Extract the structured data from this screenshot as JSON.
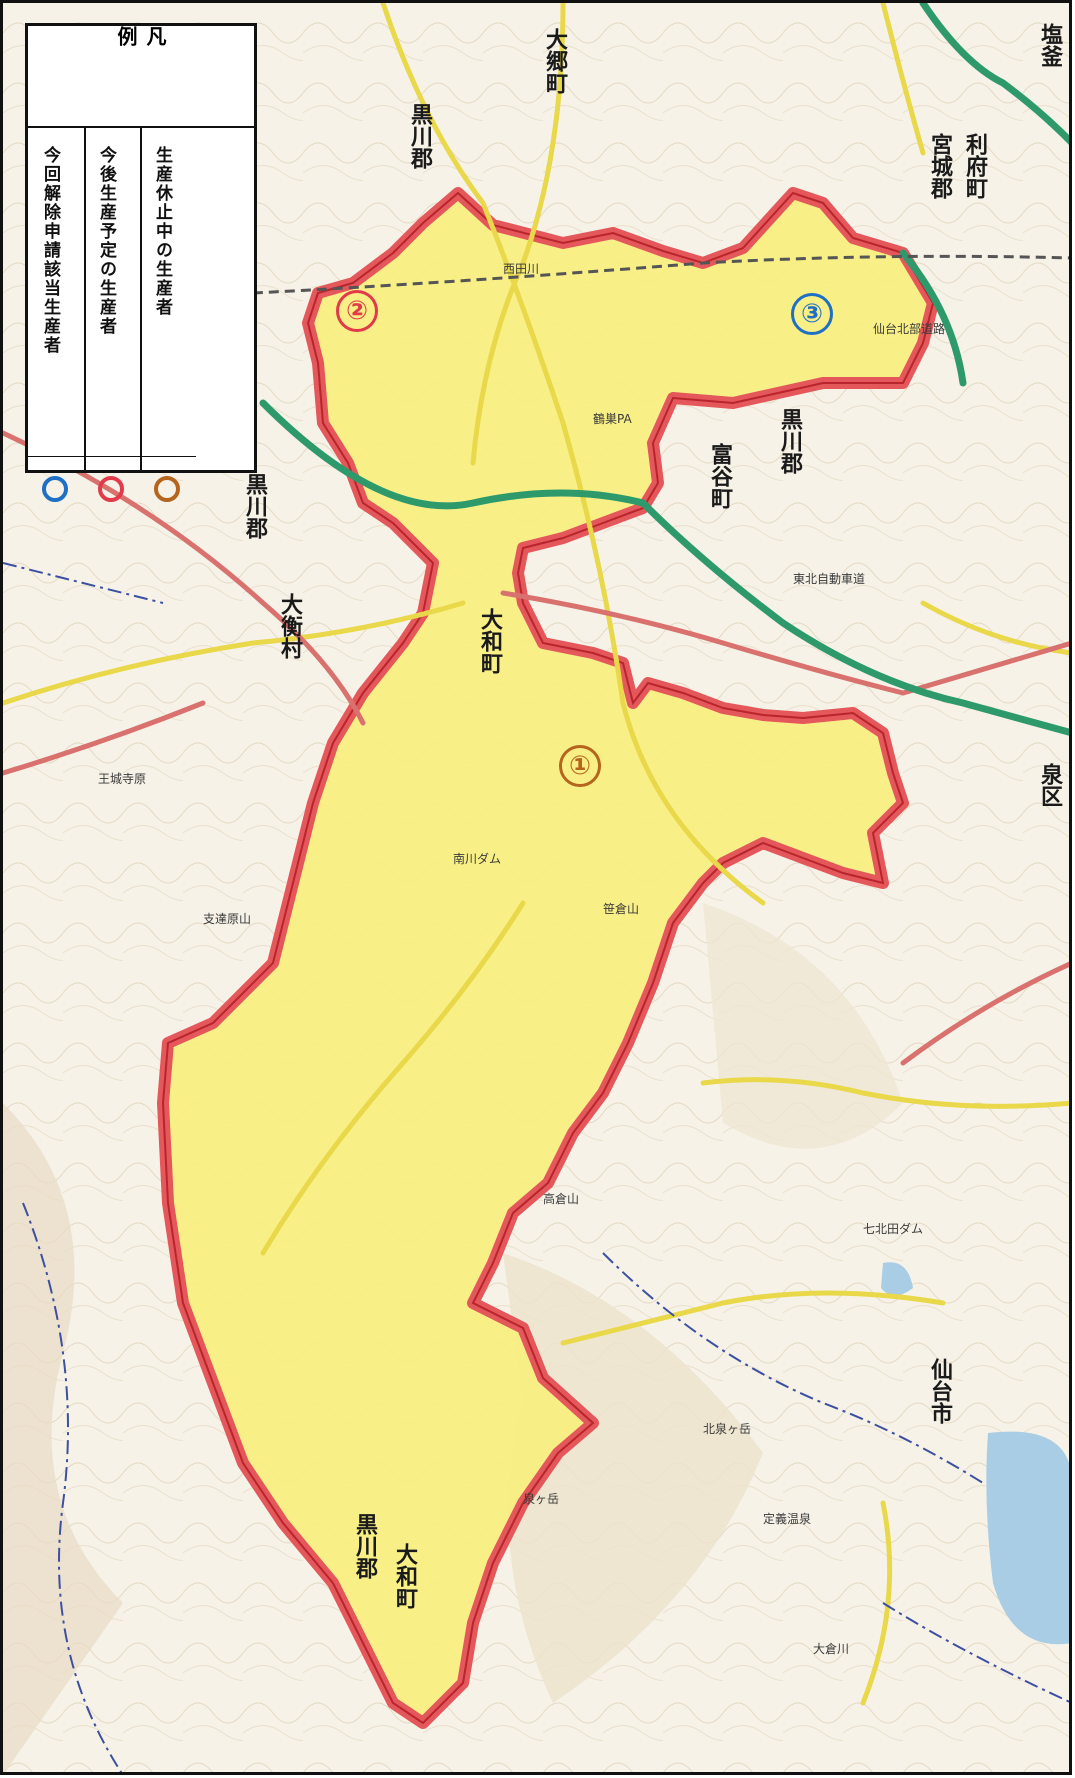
{
  "legend": {
    "title": "凡　例",
    "items": [
      {
        "label": "今回解除申請該当生産者",
        "color": "#1f6fc4"
      },
      {
        "label": "今後生産予定の生産者",
        "color": "#e23a4a"
      },
      {
        "label": "生産休止中の生産者",
        "color": "#b5651d"
      }
    ]
  },
  "markers": [
    {
      "label": "①",
      "color": "#b5651d"
    },
    {
      "label": "②",
      "color": "#e23a4a"
    },
    {
      "label": "③",
      "color": "#1f6fc4"
    }
  ],
  "place_labels": {
    "daigo": "大郷町",
    "kurokawa_n": "黒川郡",
    "miyagi_rifu": "宮城郡",
    "rifu": "利府町",
    "tomiya": "富谷町",
    "kurokawa_e": "黒川郡",
    "taiwa_center": "大和町",
    "kurokawa_w": "黒川郡",
    "ohira": "大衡村",
    "izumi": "泉区",
    "sendai": "仙台市",
    "kurokawa_sw": "黒川郡",
    "taiwa_sw": "大和町",
    "shiogama": "塩釜"
  },
  "colors": {
    "area_fill": "#f7ef7e",
    "area_border": "#e4575a",
    "road_yellow": "#e9d84a",
    "road_red": "#d9726e",
    "expressway": "#2e9a6c"
  }
}
